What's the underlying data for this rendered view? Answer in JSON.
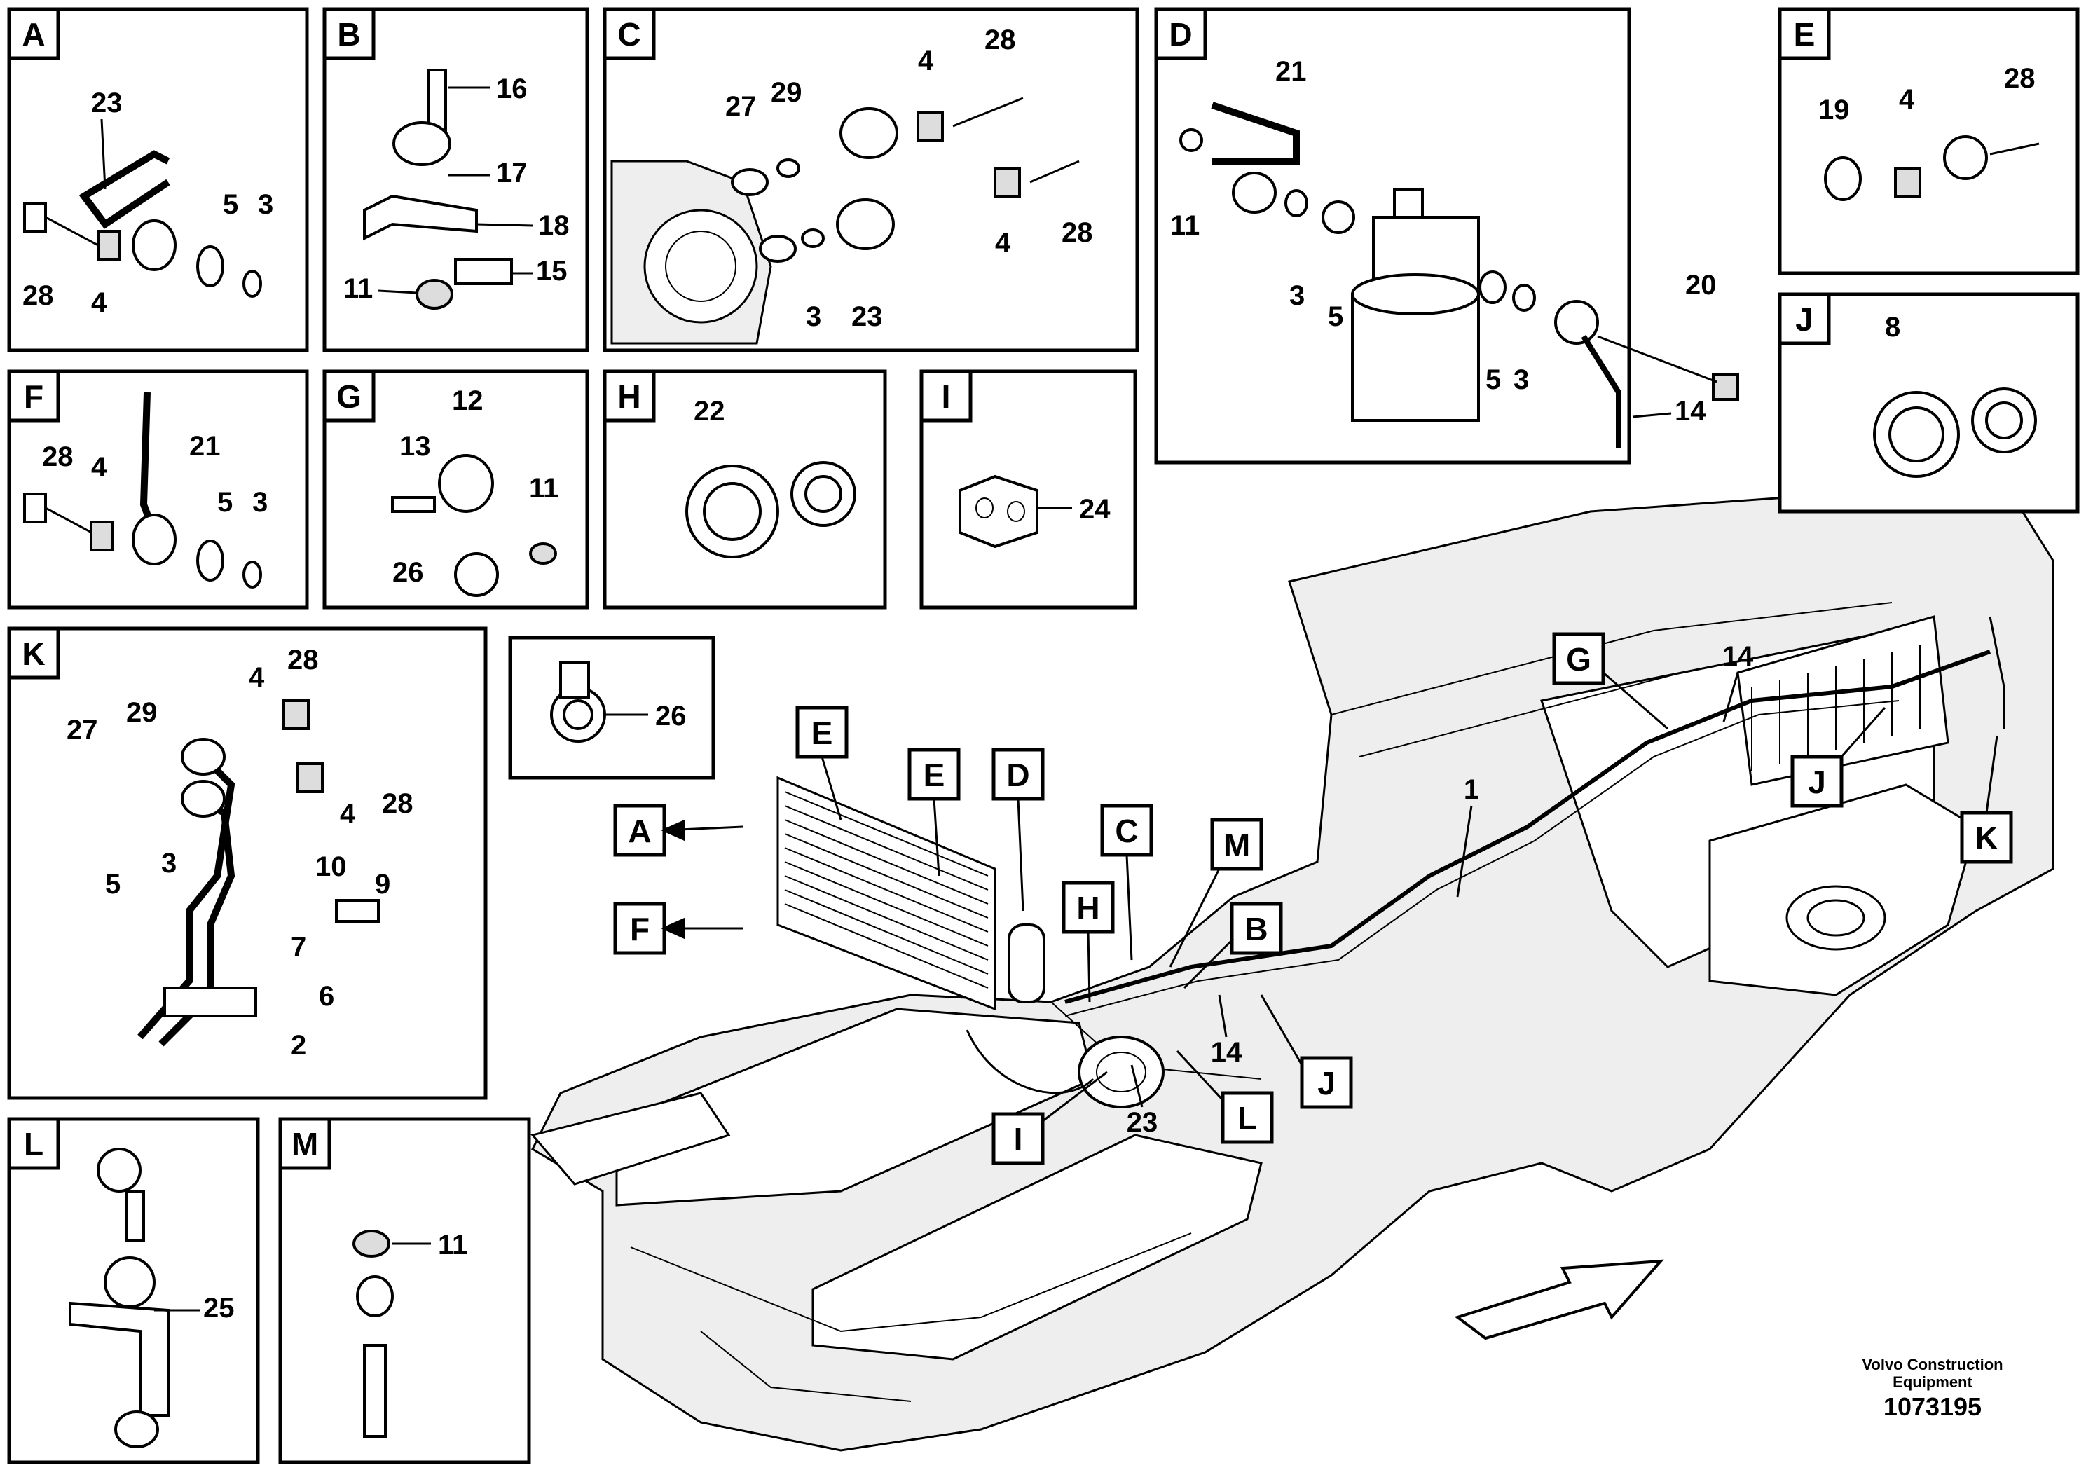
{
  "panels": {
    "A": {
      "letter": "A",
      "parts": [
        "23",
        "5",
        "3",
        "28",
        "4"
      ]
    },
    "B": {
      "letter": "B",
      "parts": [
        "16",
        "17",
        "18",
        "11",
        "15"
      ]
    },
    "C": {
      "letter": "C",
      "parts": [
        "4",
        "28",
        "27",
        "29",
        "28",
        "4",
        "3",
        "23"
      ]
    },
    "D": {
      "letter": "D",
      "parts": [
        "21",
        "11",
        "3",
        "5",
        "20",
        "5",
        "3",
        "14"
      ]
    },
    "E": {
      "letter": "E",
      "parts": [
        "28",
        "19",
        "4"
      ]
    },
    "F": {
      "letter": "F",
      "parts": [
        "21",
        "28",
        "4",
        "5",
        "3"
      ]
    },
    "G": {
      "letter": "G",
      "parts": [
        "12",
        "13",
        "11",
        "26"
      ]
    },
    "H": {
      "letter": "H",
      "parts": [
        "22"
      ]
    },
    "I": {
      "letter": "I",
      "parts": [
        "24"
      ]
    },
    "J": {
      "letter": "J",
      "parts": [
        "8"
      ]
    },
    "K": {
      "letter": "K",
      "parts": [
        "28",
        "4",
        "27",
        "29",
        "28",
        "4",
        "3",
        "5",
        "10",
        "9",
        "7",
        "6",
        "2"
      ]
    },
    "L": {
      "letter": "L",
      "parts": [
        "25"
      ]
    },
    "M": {
      "letter": "M",
      "parts": [
        "11"
      ]
    },
    "inset26": {
      "parts": [
        "26"
      ]
    }
  },
  "callouts": {
    "letters": [
      "E",
      "E",
      "D",
      "A",
      "C",
      "M",
      "F",
      "H",
      "B",
      "I",
      "L",
      "J",
      "G",
      "J",
      "K"
    ],
    "numbers": [
      "1",
      "14",
      "14",
      "23"
    ]
  },
  "footer": {
    "company_line1": "Volvo Construction",
    "company_line2": "Equipment",
    "doc_number": "1073195"
  }
}
